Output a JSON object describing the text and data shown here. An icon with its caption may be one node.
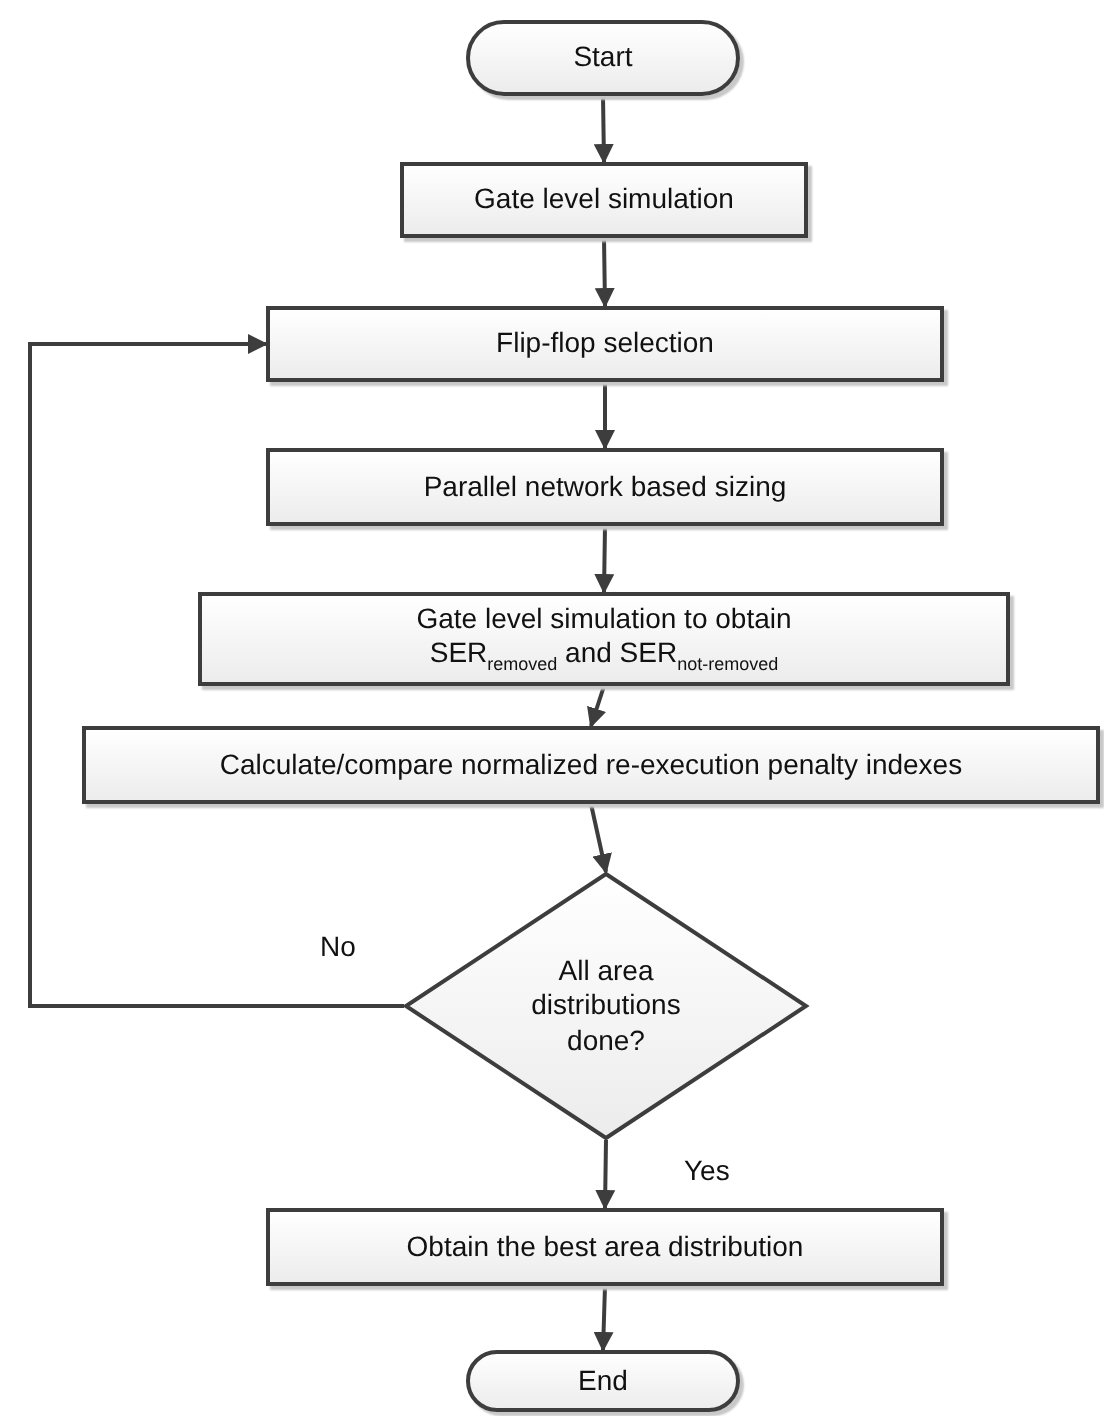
{
  "diagram": {
    "nodes": [
      {
        "text": [
          "Start"
        ]
      },
      {
        "text": [
          "Gate level simulation"
        ]
      },
      {
        "text": [
          "Flip-flop selection"
        ]
      },
      {
        "text": [
          "Parallel network based sizing"
        ]
      },
      {
        "text": [
          "Gate level simulation to obtain SER$_{removed}$ and SER$_{not-removed}$"
        ]
      },
      {
        "text": [
          "Calculate/compare normalized re-execution penalty indexes"
        ]
      },
      {
        "text": [
          "All area distributions done?"
        ]
      },
      {
        "text": [
          "Obtain the best area distribution"
        ]
      },
      {
        "text": [
          "End"
        ]
      }
    ],
    "edges": [
      {
        "from": 0,
        "to": 1,
        "arrow": "to"
      },
      {
        "from": 1,
        "to": 2,
        "arrow": "to"
      },
      {
        "from": 2,
        "to": 3,
        "arrow": "to"
      },
      {
        "from": 3,
        "to": 4,
        "arrow": "to"
      },
      {
        "from": 4,
        "to": 5,
        "arrow": "to"
      },
      {
        "from": 5,
        "to": 6,
        "arrow": "to"
      },
      {
        "from": 6,
        "to": 2,
        "arrow": "to",
        "label": "No"
      },
      {
        "from": 6,
        "to": 7,
        "arrow": "to",
        "label": "Yes"
      },
      {
        "from": 7,
        "to": 8,
        "arrow": "to"
      }
    ]
  }
}
